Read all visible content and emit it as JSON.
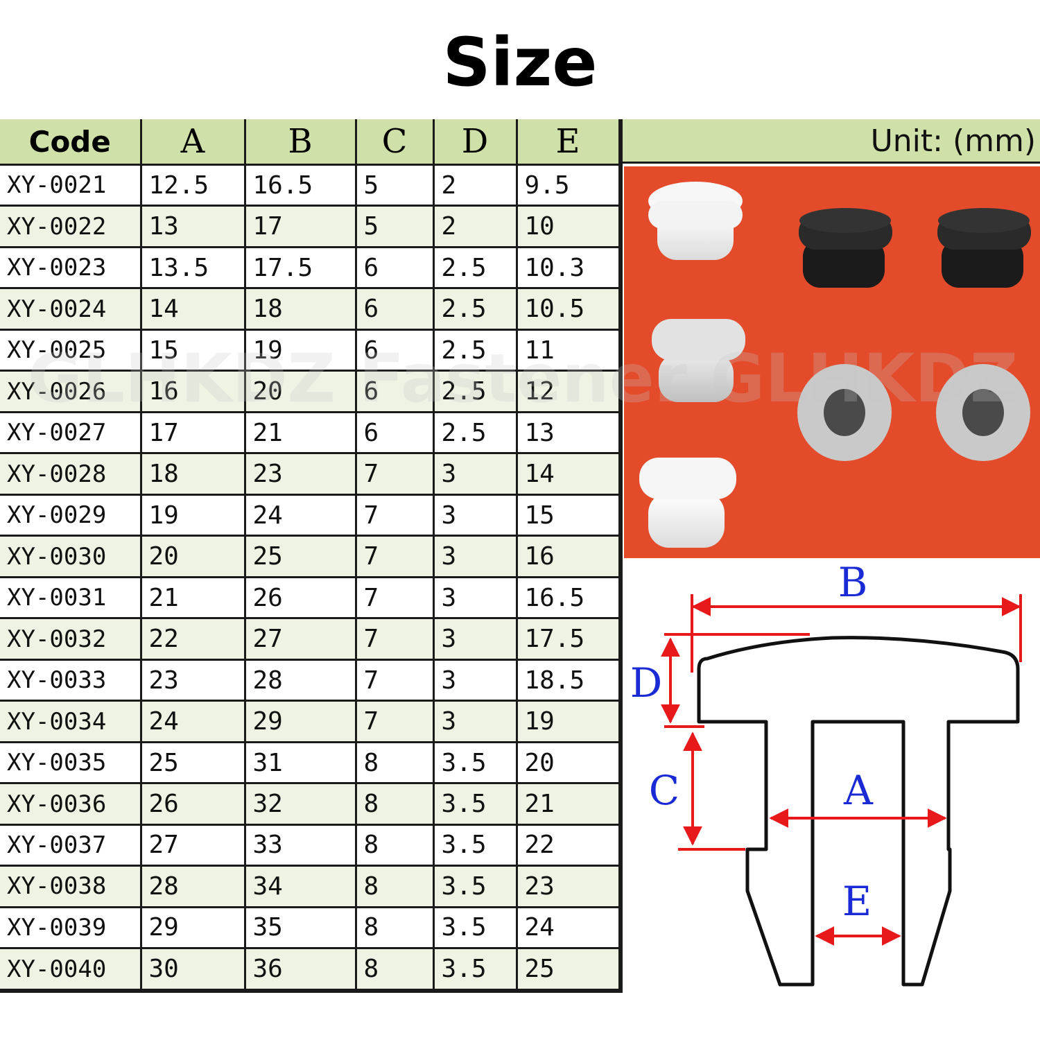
{
  "title": "Size",
  "unit_label": "Unit: (mm)",
  "watermark": "GLHKDZ Fastener GLHKDZ",
  "table": {
    "headers": [
      "Code",
      "A",
      "B",
      "C",
      "D",
      "E"
    ],
    "rows": [
      [
        "XY-0021",
        "12.5",
        "16.5",
        "5",
        "2",
        "9.5"
      ],
      [
        "XY-0022",
        "13",
        "17",
        "5",
        "2",
        "10"
      ],
      [
        "XY-0023",
        "13.5",
        "17.5",
        "6",
        "2.5",
        "10.3"
      ],
      [
        "XY-0024",
        "14",
        "18",
        "6",
        "2.5",
        "10.5"
      ],
      [
        "XY-0025",
        "15",
        "19",
        "6",
        "2.5",
        "11"
      ],
      [
        "XY-0026",
        "16",
        "20",
        "6",
        "2.5",
        "12"
      ],
      [
        "XY-0027",
        "17",
        "21",
        "6",
        "2.5",
        "13"
      ],
      [
        "XY-0028",
        "18",
        "23",
        "7",
        "3",
        "14"
      ],
      [
        "XY-0029",
        "19",
        "24",
        "7",
        "3",
        "15"
      ],
      [
        "XY-0030",
        "20",
        "25",
        "7",
        "3",
        "16"
      ],
      [
        "XY-0031",
        "21",
        "26",
        "7",
        "3",
        "16.5"
      ],
      [
        "XY-0032",
        "22",
        "27",
        "7",
        "3",
        "17.5"
      ],
      [
        "XY-0033",
        "23",
        "28",
        "7",
        "3",
        "18.5"
      ],
      [
        "XY-0034",
        "24",
        "29",
        "7",
        "3",
        "19"
      ],
      [
        "XY-0035",
        "25",
        "31",
        "8",
        "3.5",
        "20"
      ],
      [
        "XY-0036",
        "26",
        "32",
        "8",
        "3.5",
        "21"
      ],
      [
        "XY-0037",
        "27",
        "33",
        "8",
        "3.5",
        "22"
      ],
      [
        "XY-0038",
        "28",
        "34",
        "8",
        "3.5",
        "23"
      ],
      [
        "XY-0039",
        "29",
        "35",
        "8",
        "3.5",
        "24"
      ],
      [
        "XY-0040",
        "30",
        "36",
        "8",
        "3.5",
        "25"
      ]
    ]
  },
  "diagram": {
    "labels": {
      "a": "A",
      "b": "B",
      "c": "C",
      "d": "D",
      "e": "E"
    },
    "colors": {
      "arrow": "#e8191b",
      "label": "#1a2bd6",
      "outline": "#111111"
    }
  },
  "photo": {
    "background": "#e34b2b"
  }
}
